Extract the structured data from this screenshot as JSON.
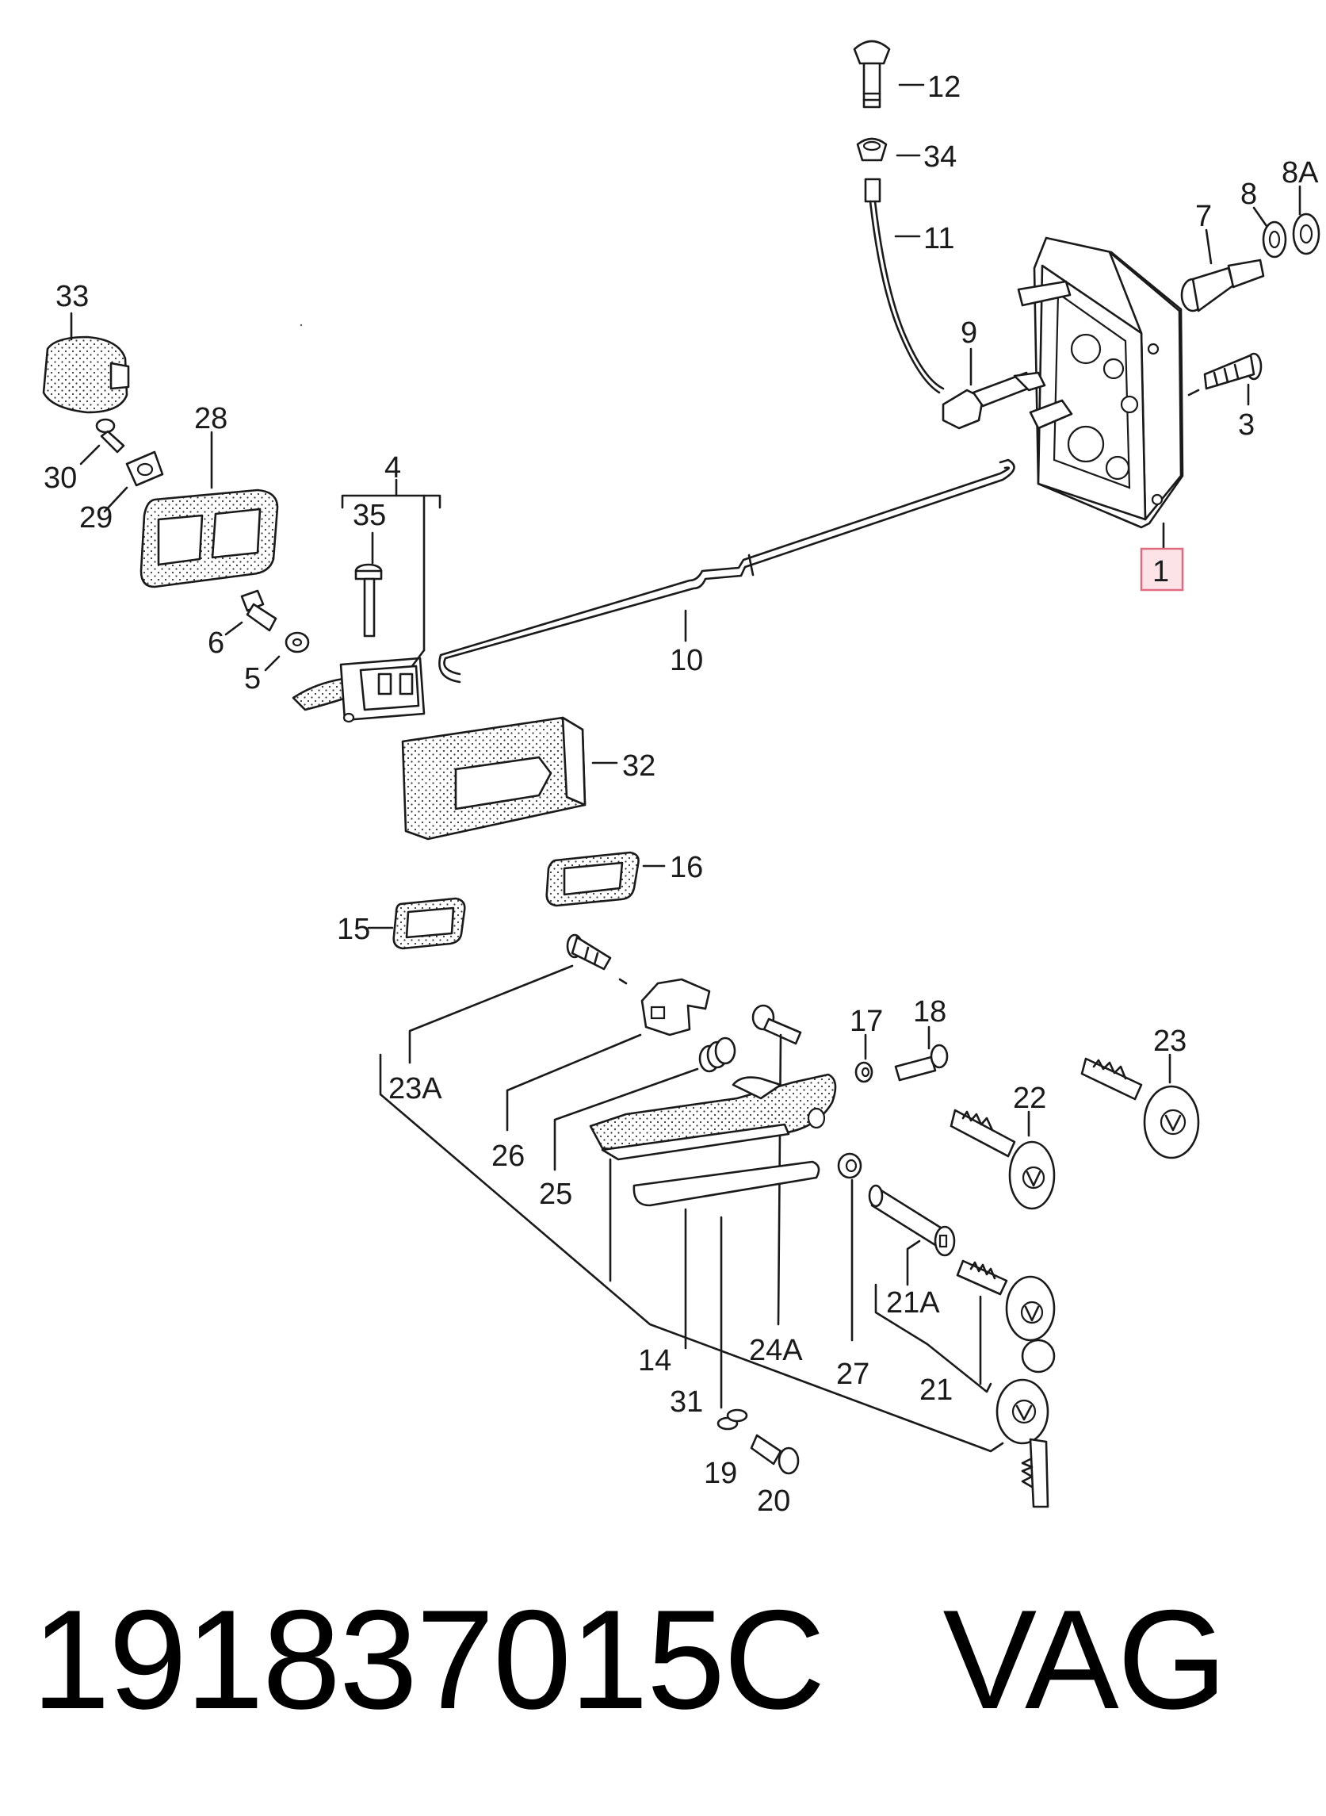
{
  "labels": {
    "l1": "1",
    "l3": "3",
    "l4": "4",
    "l5": "5",
    "l6": "6",
    "l7": "7",
    "l8": "8",
    "l8a": "8A",
    "l9": "9",
    "l10": "10",
    "l11": "11",
    "l12": "12",
    "l14": "14",
    "l15": "15",
    "l16": "16",
    "l17": "17",
    "l18": "18",
    "l19": "19",
    "l20": "20",
    "l21": "21",
    "l21a": "21A",
    "l22": "22",
    "l23": "23",
    "l23a": "23A",
    "l24a": "24A",
    "l25": "25",
    "l26": "26",
    "l27": "27",
    "l28": "28",
    "l29": "29",
    "l30": "30",
    "l31": "31",
    "l32": "32",
    "l33": "33",
    "l34": "34",
    "l35": "35"
  },
  "footer": {
    "part_number": "191837015C",
    "brand": "VAG"
  },
  "colors": {
    "highlight_fill": "#fbe3e8",
    "highlight_stroke": "#e06a7e",
    "ink": "#1a1a1a"
  }
}
